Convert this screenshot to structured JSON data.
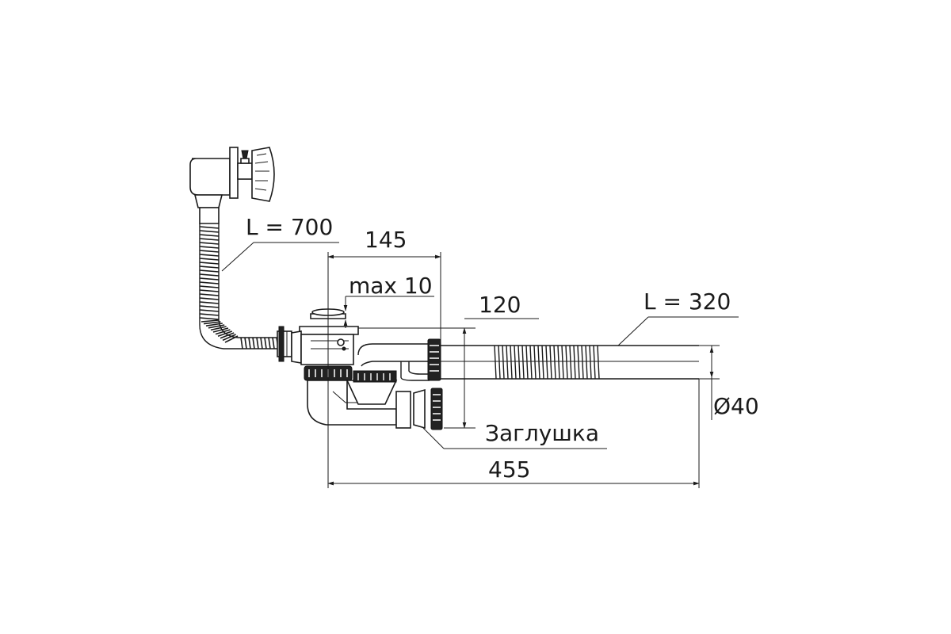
{
  "labels": {
    "overflow_hose_length": "L = 700",
    "drain_hose_length": "L = 320",
    "width_145": "145",
    "max_10": "max 10",
    "height_120": "120",
    "diameter_40": "Ø40",
    "plug": "Заглушка",
    "total_455": "455"
  }
}
